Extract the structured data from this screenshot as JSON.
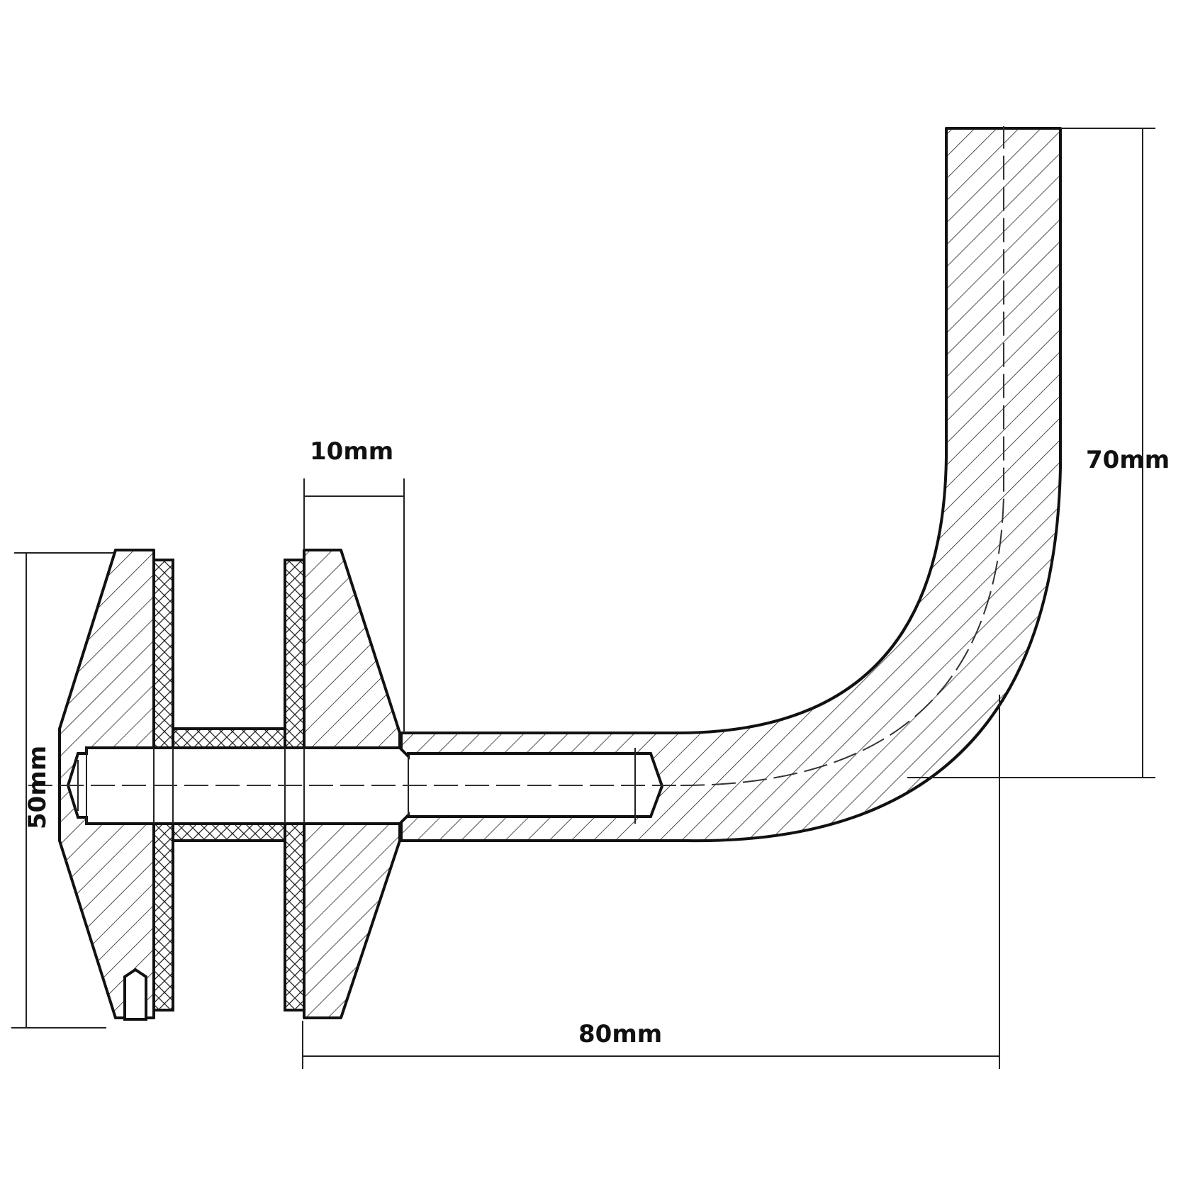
{
  "dimensions": {
    "washer_thickness": "10mm",
    "handle_height": "70mm",
    "rosette_diameter": "50mm",
    "handle_length": "80mm"
  },
  "colors": {
    "line": "#111111",
    "background": "#ffffff"
  }
}
